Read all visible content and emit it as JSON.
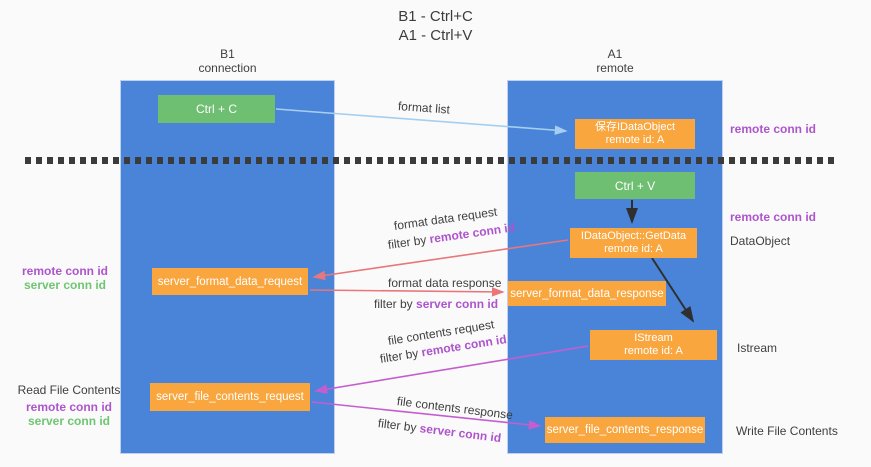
{
  "colors": {
    "background": "#fafafa",
    "lane_blue": "#4a84d9",
    "node_green": "#6ebf71",
    "node_orange": "#f9a63e",
    "arrow_light_blue": "#a5cff0",
    "arrow_salmon": "#e8767a",
    "arrow_magenta": "#c45ecf",
    "arrow_black": "#2f2f2f",
    "text_purple": "#ae54cd",
    "text_green": "#6fc573",
    "text_dark": "#3f3f3f"
  },
  "title": {
    "line1": "B1 - Ctrl+C",
    "line2": "A1 - Ctrl+V"
  },
  "lanes": {
    "left": {
      "name": "B1",
      "subtitle": "connection"
    },
    "right": {
      "name": "A1",
      "subtitle": "remote"
    }
  },
  "nodes": {
    "ctrl_c": {
      "label": "Ctrl + C"
    },
    "save_idataobject": {
      "line1": "保存IDataObject",
      "line2": "remote id: A"
    },
    "ctrl_v": {
      "label": "Ctrl + V"
    },
    "idataobject_getdata": {
      "line1": "IDataObject::GetData",
      "line2": "remote id: A"
    },
    "server_format_data_request": {
      "label": "server_format_data_request"
    },
    "server_format_data_response": {
      "label": "server_format_data_response"
    },
    "istream": {
      "line1": "IStream",
      "line2": "remote id: A"
    },
    "server_file_contents_request": {
      "label": "server_file_contents_request"
    },
    "server_file_contents_response": {
      "label": "server_file_contents_response"
    }
  },
  "flow_labels": {
    "format_list": "format list",
    "format_data_request": "format data request",
    "format_data_request_filter_prefix": "filter by ",
    "format_data_request_filter_key": "remote conn id",
    "format_data_response": "format data response",
    "format_data_response_filter_prefix": "filter by ",
    "format_data_response_filter_key": "server conn id",
    "file_contents_request": "file contents request",
    "file_contents_request_filter_prefix": "filter by ",
    "file_contents_request_filter_key": "remote conn id",
    "file_contents_response": "file contents response",
    "file_contents_response_filter_prefix": "filter by ",
    "file_contents_response_filter_key": "server conn id"
  },
  "side_labels": {
    "right_top_remote_conn_id": "remote conn id",
    "right_mid_remote_conn_id": "remote conn id",
    "dataobject": "DataObject",
    "istream": "Istream",
    "write_file_contents": "Write File Contents",
    "left_format": {
      "remote": "remote conn id",
      "server": "server conn id"
    },
    "left_file": {
      "title": "Read File Contents",
      "remote": "remote conn id",
      "server": "server conn id"
    }
  }
}
